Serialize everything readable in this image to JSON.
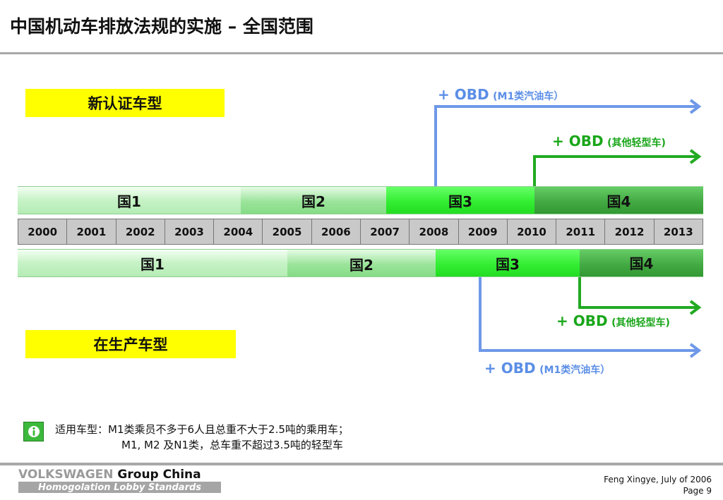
{
  "title": "中国机动车排放法规的实施 – 全国范围",
  "labels": {
    "new": "新认证车型",
    "production": "在生产车型"
  },
  "top_bars": [
    "国1",
    "国2",
    "国3",
    "国4"
  ],
  "bottom_bars": [
    "国1",
    "国2",
    "国3",
    "国4"
  ],
  "years": [
    "2000",
    "2001",
    "2002",
    "2003",
    "2004",
    "2005",
    "2006",
    "2007",
    "2008",
    "2009",
    "2010",
    "2011",
    "2012",
    "2013"
  ],
  "obd": {
    "top_m1": {
      "main": "+ OBD",
      "sub": "(M1类汽油车）"
    },
    "top_other": {
      "main": "+ OBD",
      "sub": "(其他轻型车)"
    },
    "bottom_other": {
      "main": "+ OBD",
      "sub": "(其他轻型车)"
    },
    "bottom_m1": {
      "main": "+ OBD",
      "sub": "(M1类汽油车）"
    }
  },
  "note": {
    "line1": "适用车型：M1类乘员不多于6人且总重不大于2.5吨的乘用车；",
    "line2": "M1, M2 及N1类，总车重不超过3.5吨的轻型车"
  },
  "footer": {
    "brand": "VOLKSWAGEN",
    "group": "Group China",
    "sub": "Homogolation Lobby Standards",
    "author": "Feng Xingye, July of  2006",
    "page": "Page 9"
  },
  "colors": {
    "blue_arrow": "#6e98e8",
    "green_arrow": "#22aa22",
    "label_yellow": "#ffff00"
  }
}
